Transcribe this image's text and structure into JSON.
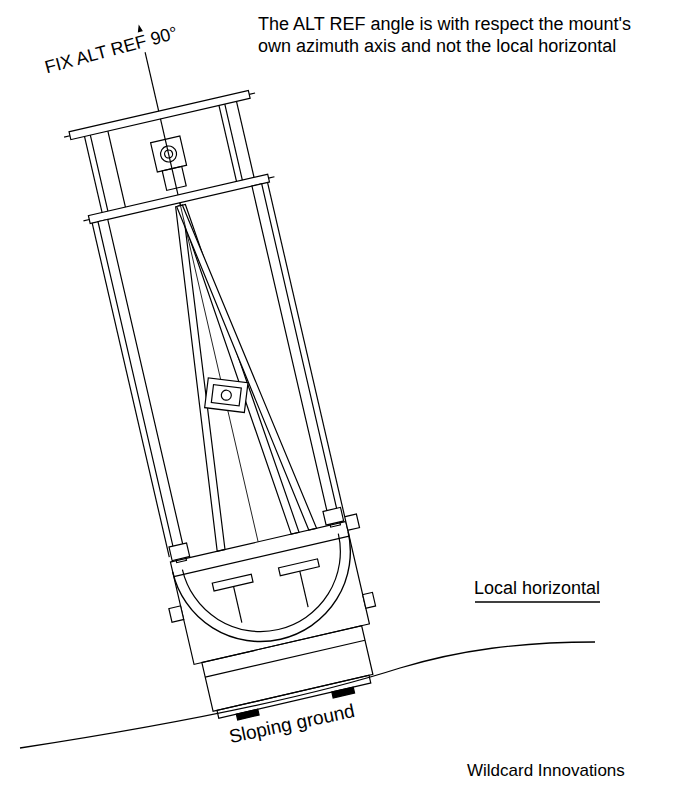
{
  "diagram": {
    "labels": [
      "FIX ALT REF 90°",
      "The ALT REF angle is with respect the mount's own azimuth axis and not the local horizontal",
      "Local horizontal",
      "Sloping ground",
      "Wildcard Innovations"
    ]
  }
}
